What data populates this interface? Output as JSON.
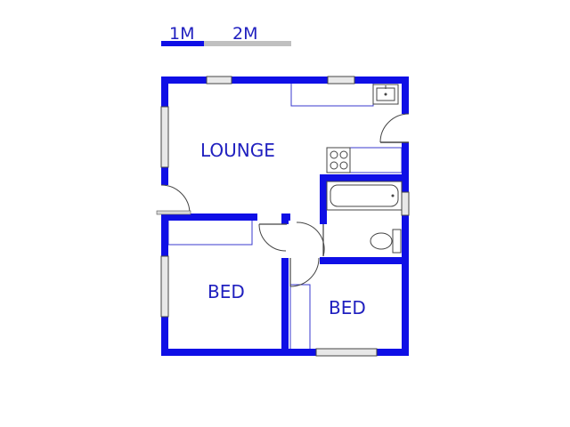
{
  "scale_bar": {
    "label_1": "1M",
    "label_2": "2M",
    "color_primary": "#0f0fe6",
    "color_secondary": "#c0c0c0"
  },
  "rooms": {
    "lounge": "LOUNGE",
    "bed_left": "BED",
    "bed_right": "BED"
  },
  "colors": {
    "wall": "#0f0fe6",
    "label": "#1f1fbf"
  }
}
